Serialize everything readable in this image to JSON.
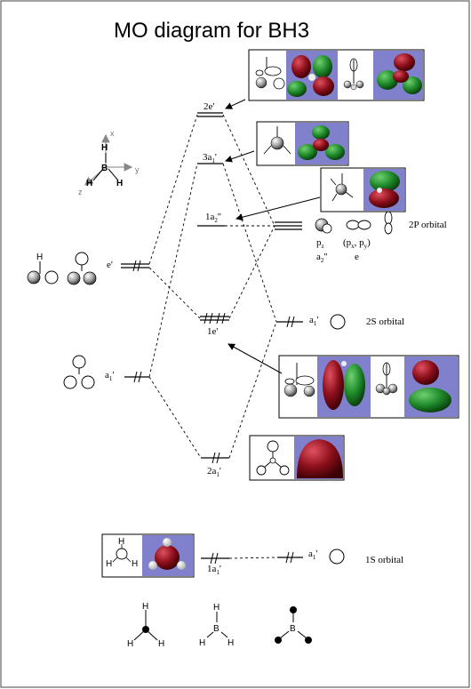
{
  "title": "MO diagram for BH3",
  "axes": {
    "x": "x",
    "y": "y",
    "z": "z"
  },
  "atoms": {
    "B": "B",
    "H": "H"
  },
  "mo_labels": {
    "e2": "2e'",
    "a3": "3a",
    "a3_sub": "1",
    "a3_prime": "'",
    "a2": "1a",
    "a2_sub": "2",
    "a2_prime": "''",
    "e1": "1e'",
    "a1_2": "2a",
    "a1_2_sub": "1",
    "a1_2_prime": "'",
    "a1_1": "1a",
    "a1_1_sub": "1",
    "a1_1_prime": "'"
  },
  "ligand_labels": {
    "e": "e'",
    "a1": "a",
    "a1_sub": "1",
    "a1_prime": "'"
  },
  "boron_labels": {
    "orbital_2p": "2P orbital",
    "orbital_2s": "2S orbital",
    "orbital_1s": "1S orbital",
    "pz": "p",
    "pz_sub": "z",
    "pxpy_open": "(p",
    "pxpy_x": "x",
    "pxpy_mid": ", p",
    "pxpy_y": "y",
    "pxpy_close": ")",
    "a2pp": "a",
    "a2pp_sub": "2",
    "a2pp_prime": "''",
    "e": "e",
    "a1_2s": "a",
    "a1_2s_sub": "1",
    "a1_2s_prime": "'",
    "a1_1s": "a",
    "a1_1s_sub": "1",
    "a1_1s_prime": "'"
  },
  "colors": {
    "lobe_red": "#8b0f1a",
    "lobe_green": "#1f8a2a",
    "panel_blue": "#8080cc"
  }
}
